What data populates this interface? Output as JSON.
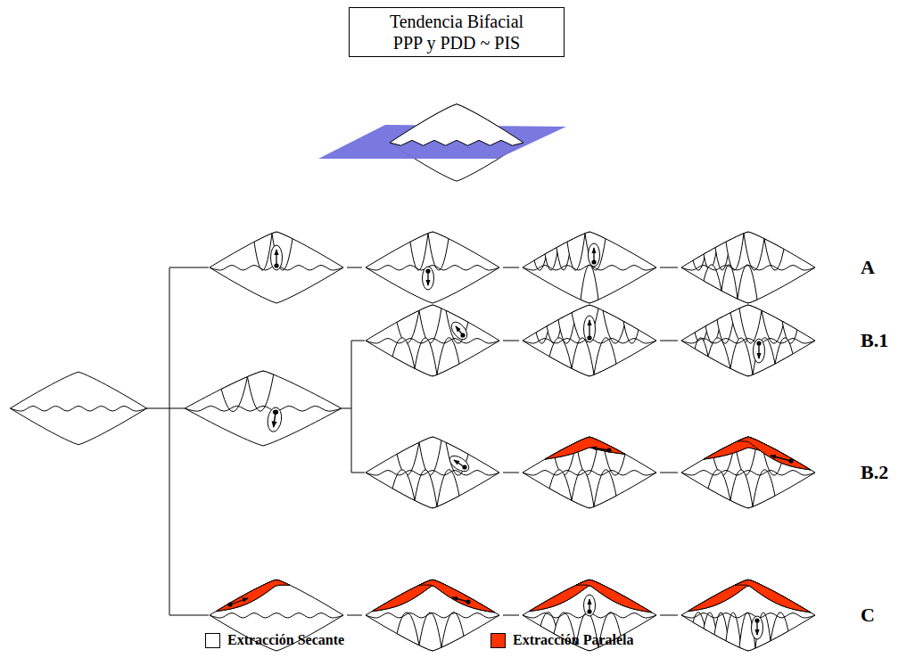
{
  "diagram": {
    "title": "Tendencia Bifacial PPP y PDD ~ PIS",
    "labels": [
      "A",
      "B.1",
      "B.2",
      "C"
    ],
    "legend": [
      {
        "text": "Extracción Secante",
        "color": "#ffffff"
      },
      {
        "text": "Extracción Paralela",
        "color": "#ff3300"
      }
    ]
  }
}
